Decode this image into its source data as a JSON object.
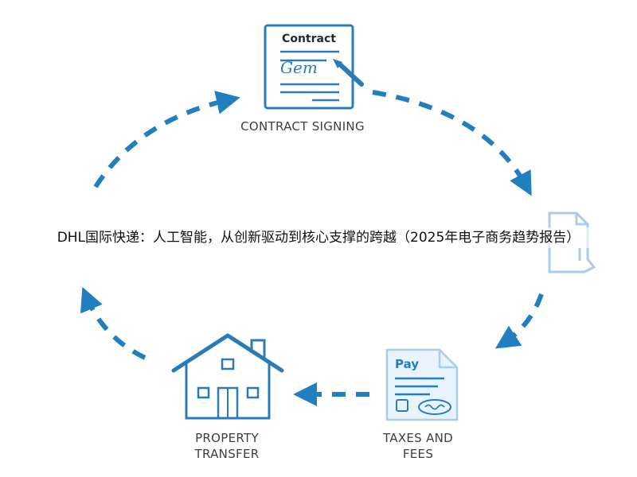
{
  "title": "DHL国际快递：人工智能，从创新驱动到核心支撑的跨越（2025年电子商务趋势报告）",
  "nodes": {
    "contract": {
      "label": "CONTRACT SIGNING",
      "doc_title": "Contract",
      "signature": "Gem"
    },
    "taxes": {
      "label_line1": "TAXES AND",
      "label_line2": "FEES",
      "doc_title": "Pay"
    },
    "property": {
      "label_line1": "PROPERTY",
      "label_line2": "TRANSFER"
    }
  },
  "colors": {
    "accent": "#1f7fbf",
    "icon_stroke": "#2b7bb8",
    "doc_fill": "#e9f3fb",
    "faded_icon": "#a9cde8",
    "label": "#3a3f44"
  }
}
